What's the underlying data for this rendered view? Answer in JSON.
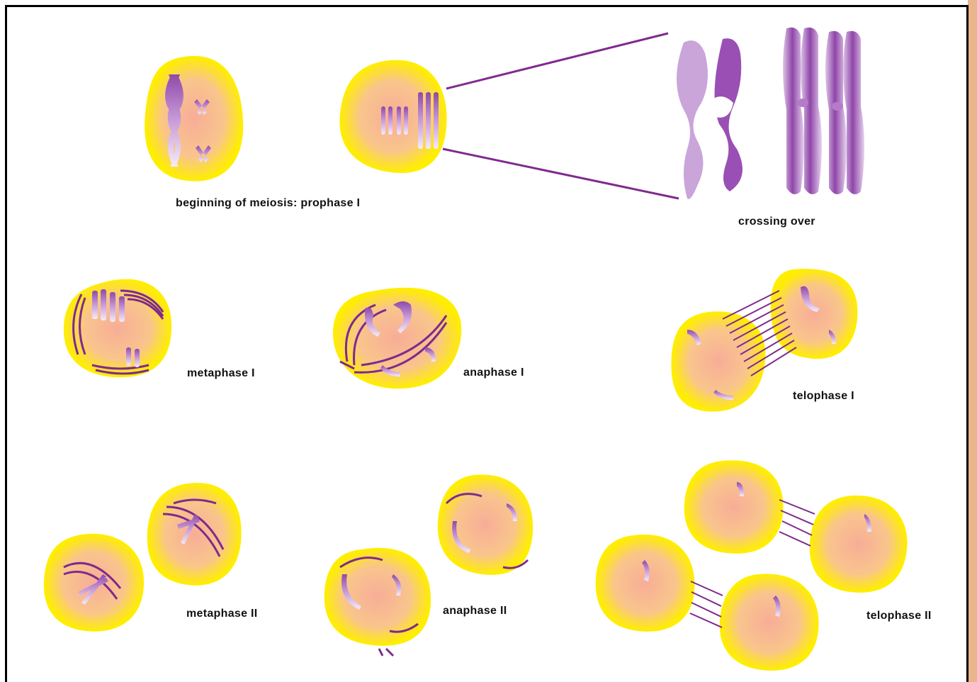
{
  "labels": {
    "prophase1": "beginning of meiosis: prophase I",
    "crossing_over": "crossing over",
    "metaphase1": "metaphase I",
    "anaphase1": "anaphase I",
    "telophase1": "telophase I",
    "metaphase2": "metaphase II",
    "anaphase2": "anaphase II",
    "telophase2": "telophase II"
  },
  "colors": {
    "cell_membrane": "#ffee00",
    "cytoplasm": "#f7b98e",
    "spindle": "#7f2a8c",
    "chromosome": "#9a56b8",
    "chromosome_light": "#e8d6f0",
    "frame": "#000000",
    "side_strip": "#e9b58c"
  }
}
